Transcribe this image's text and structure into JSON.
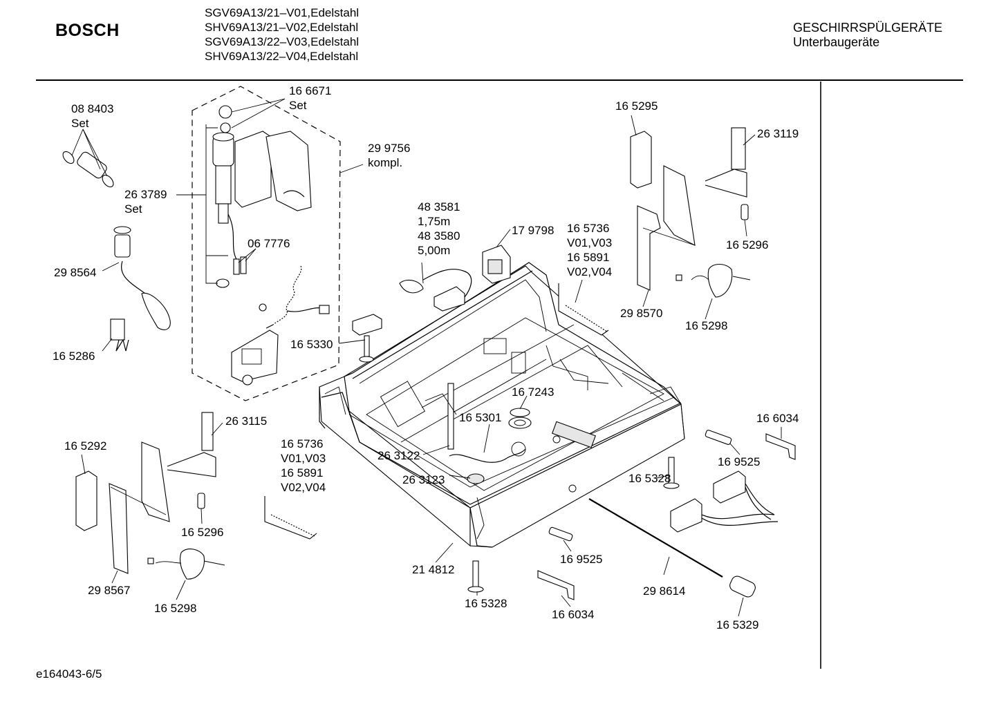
{
  "header": {
    "brand": "BOSCH",
    "models": [
      "SGV69A13/21–V01,Edelstahl",
      "SHV69A13/21–V02,Edelstahl",
      "SGV69A13/22–V03,Edelstahl",
      "SHV69A13/22–V04,Edelstahl"
    ],
    "category": "GESCHIRRSPÜLGERÄTE",
    "subcategory": "Unterbaugeräte"
  },
  "footer": {
    "code": "e164043-6/5"
  },
  "labels": {
    "p088403": [
      "08 8403",
      "Set"
    ],
    "p166671": [
      "16 6671",
      "Set"
    ],
    "p299756": [
      "29 9756",
      "kompl."
    ],
    "p263789": [
      "26 3789",
      "Set"
    ],
    "p067776": [
      "06 7776"
    ],
    "p298564": [
      "29 8564"
    ],
    "p165286": [
      "16 5286"
    ],
    "p483581": [
      "48 3581",
      "1,75m",
      "48 3580",
      "5,00m"
    ],
    "p179798": [
      "17 9798"
    ],
    "p165736a": [
      "16 5736",
      "V01,V03",
      "16 5891",
      "V02,V04"
    ],
    "p165295": [
      "16 5295"
    ],
    "p263119": [
      "26 3119"
    ],
    "p165296a": [
      "16 5296"
    ],
    "p298570": [
      "29 8570"
    ],
    "p165298a": [
      "16 5298"
    ],
    "p165330": [
      "16 5330"
    ],
    "p167243": [
      "16 7243"
    ],
    "p165301": [
      "16 5301"
    ],
    "p263122": [
      "26 3122"
    ],
    "p263123": [
      "26 3123"
    ],
    "p263115": [
      "26 3115"
    ],
    "p165292": [
      "16 5292"
    ],
    "p165736b": [
      "16 5736",
      "V01,V03",
      "16 5891",
      "V02,V04"
    ],
    "p165296b": [
      "16 5296"
    ],
    "p298567": [
      "29 8567"
    ],
    "p165298b": [
      "16 5298"
    ],
    "p214812": [
      "21 4812"
    ],
    "p165328a": [
      "16 5328"
    ],
    "p169525a": [
      "16 9525"
    ],
    "p166034a": [
      "16 6034"
    ],
    "p298614": [
      "29 8614"
    ],
    "p165329": [
      "16 5329"
    ],
    "p166034b": [
      "16 6034"
    ],
    "p169525b": [
      "16 9525"
    ],
    "p165328b": [
      "16 5328"
    ]
  }
}
